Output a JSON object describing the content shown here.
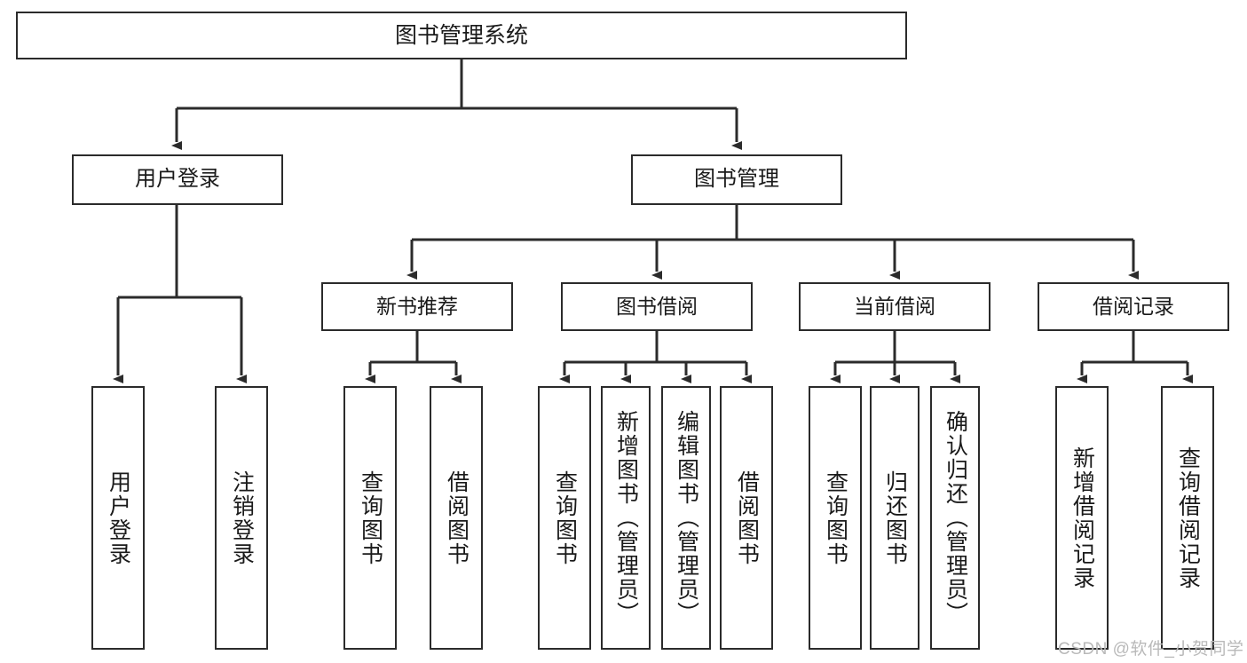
{
  "diagram": {
    "title": "图书管理系统",
    "type": "tree-hierarchy",
    "colors": {
      "stroke": "#2b2b2b",
      "fill": "#ffffff",
      "text": "#1a1a1a",
      "watermark": "#b9b9b9"
    },
    "nodes": {
      "root": {
        "label": "图书管理系统"
      },
      "level1": [
        {
          "label": "用户登录"
        },
        {
          "label": "图书管理"
        }
      ],
      "level2": [
        {
          "label": "新书推荐"
        },
        {
          "label": "图书借阅"
        },
        {
          "label": "当前借阅"
        },
        {
          "label": "借阅记录"
        }
      ],
      "leaves": {
        "user_login": [
          {
            "label": "用户登录"
          },
          {
            "label": "注销登录"
          }
        ],
        "new_book_recommend": [
          {
            "label": "查询图书"
          },
          {
            "label": "借阅图书"
          }
        ],
        "book_borrow": [
          {
            "label": "查询图书"
          },
          {
            "label": "新增图书（管理员）"
          },
          {
            "label": "编辑图书（管理员）"
          },
          {
            "label": "借阅图书"
          }
        ],
        "current_borrow": [
          {
            "label": "查询图书"
          },
          {
            "label": "归还图书"
          },
          {
            "label": "确认归还（管理员）"
          }
        ],
        "borrow_record": [
          {
            "label": "新增借阅记录"
          },
          {
            "label": "查询借阅记录"
          }
        ]
      }
    }
  },
  "watermark": {
    "text": "CSDN @软件_小贺同学"
  }
}
